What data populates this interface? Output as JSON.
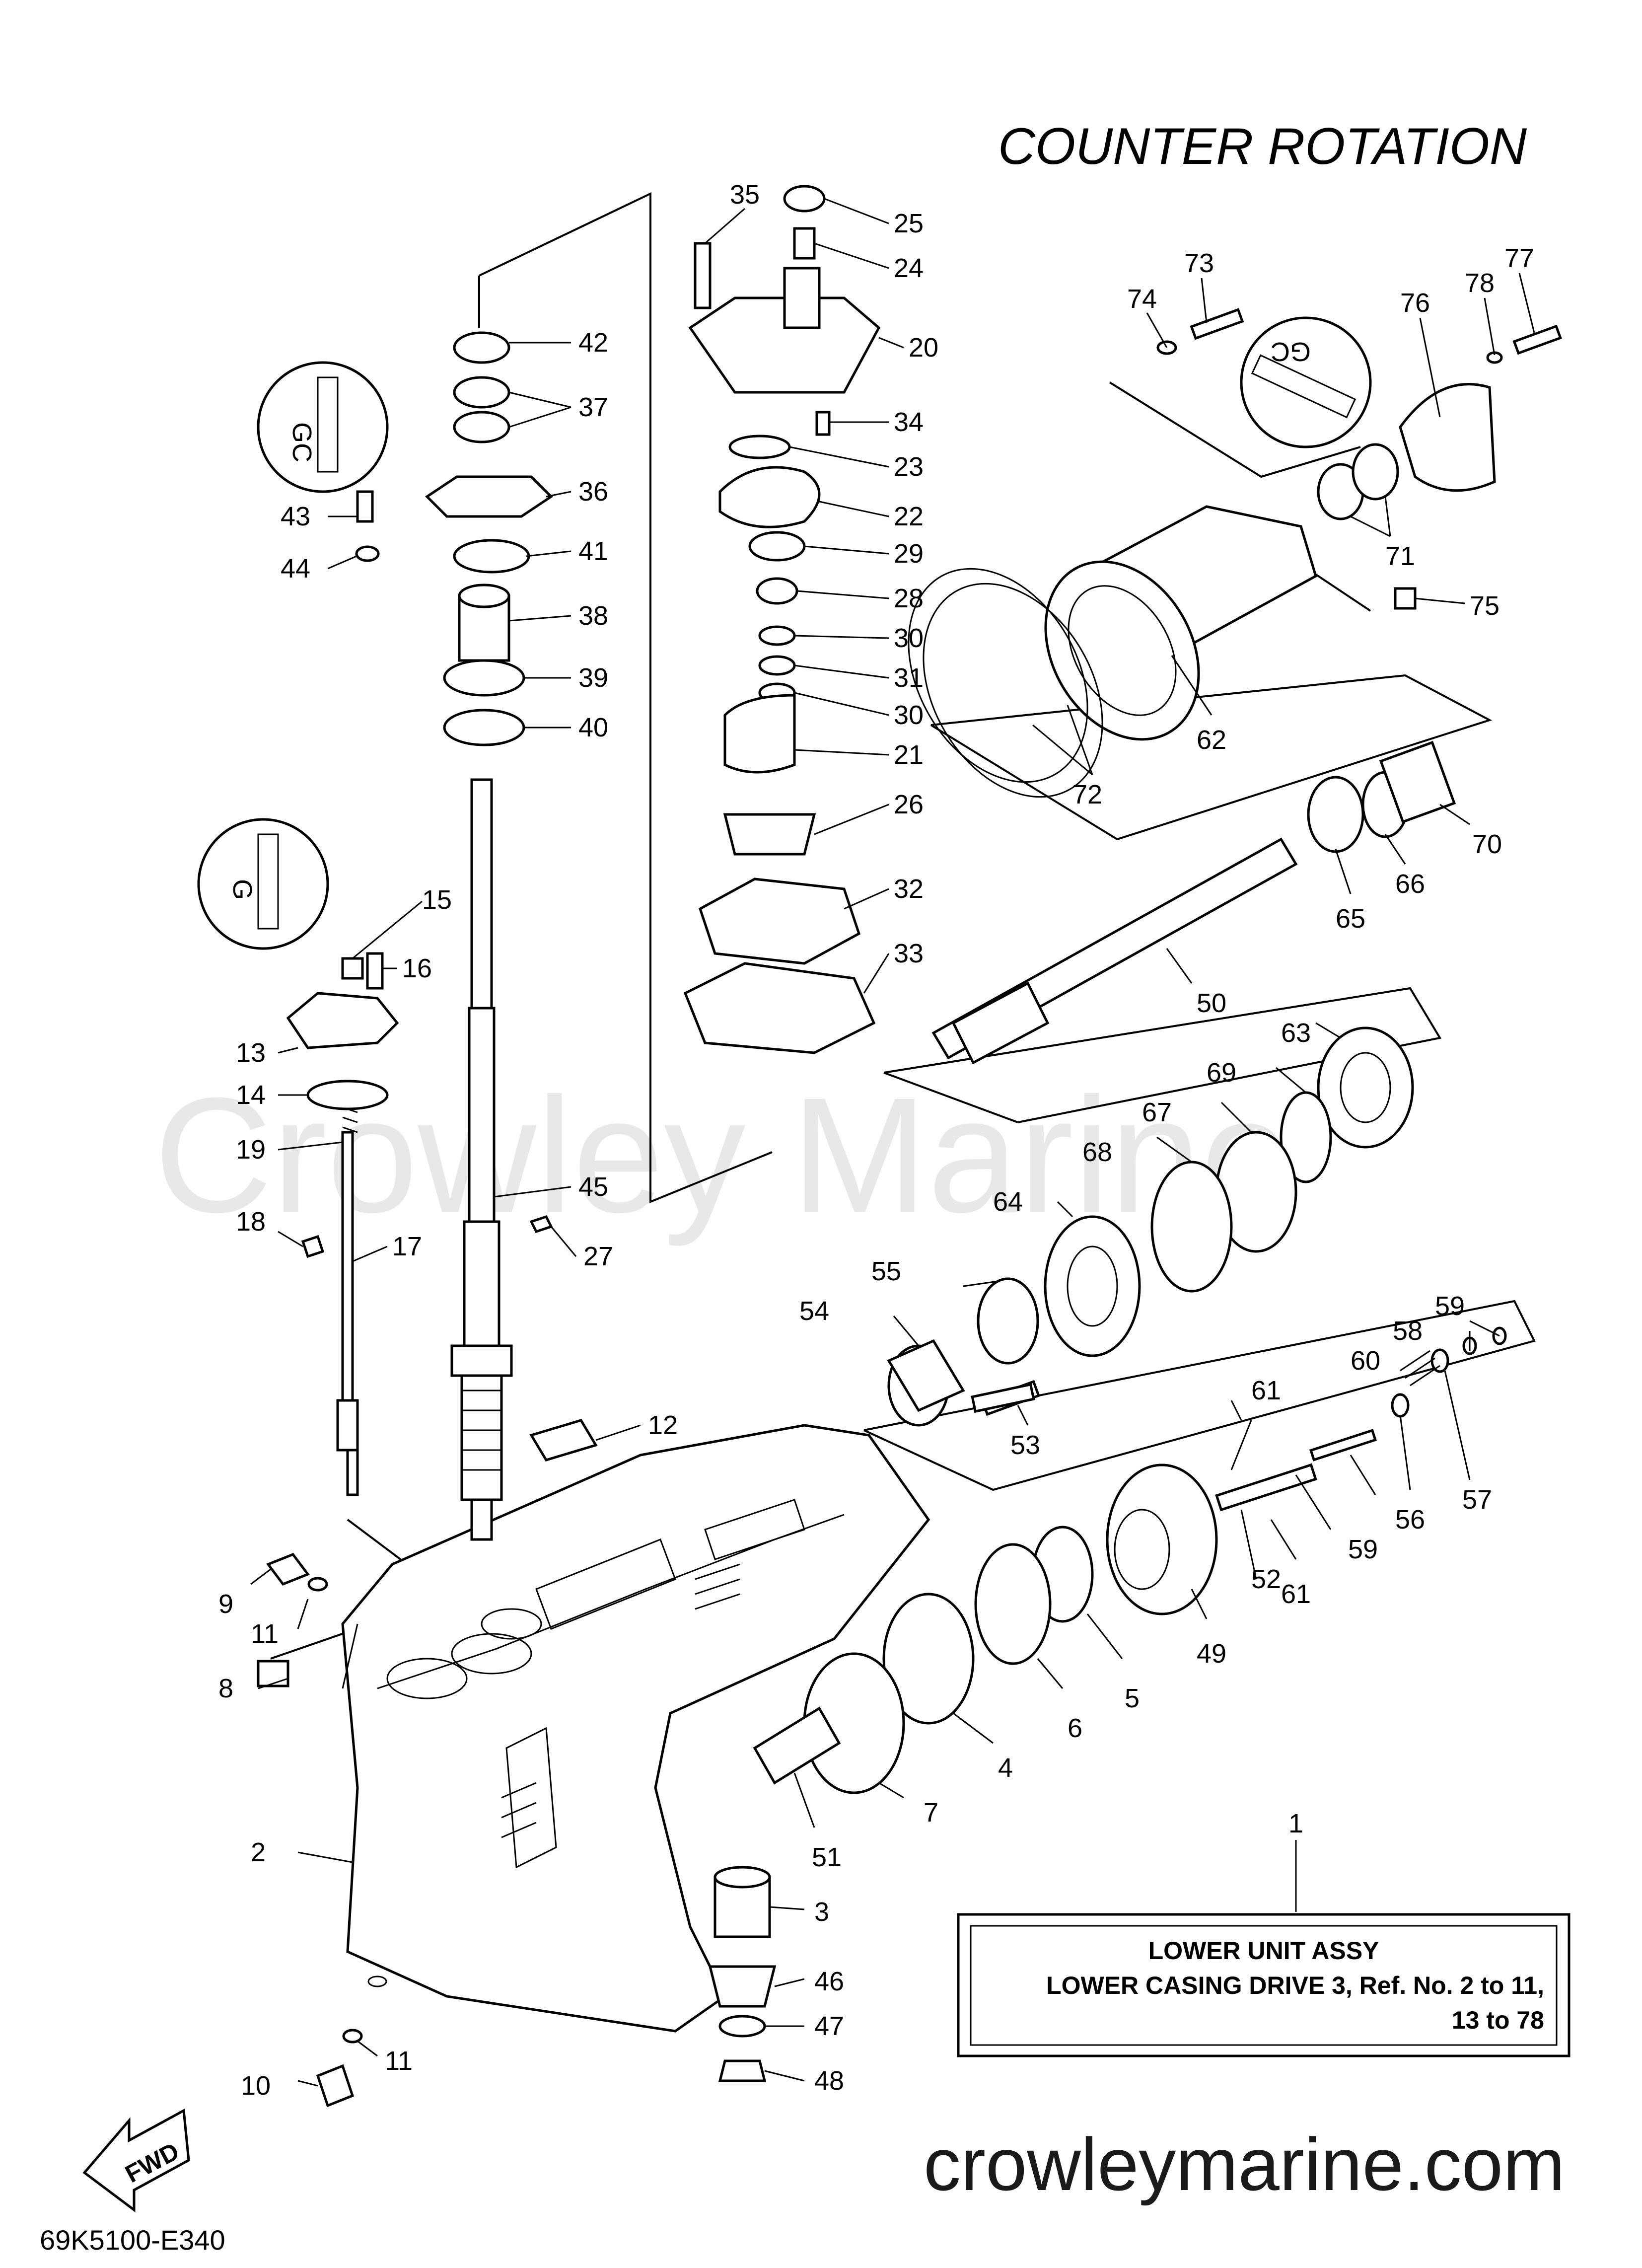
{
  "title": "COUNTER  ROTATION",
  "watermark": "Crowley Marine",
  "website": "crowleymarine.com",
  "diagram_code": "69K5100-E340",
  "fwd_label": "FWD",
  "info_box": {
    "ref": "1",
    "line1": "LOWER UNIT ASSY",
    "line2": "LOWER CASING DRIVE 3,  Ref. No. 2 to 11,",
    "line3": "13 to 78"
  },
  "callouts": {
    "n2": "2",
    "n3": "3",
    "n4": "4",
    "n5": "5",
    "n6": "6",
    "n7": "7",
    "n8": "8",
    "n9": "9",
    "n10": "10",
    "n11a": "11",
    "n11b": "11",
    "n12": "12",
    "n13": "13",
    "n14": "14",
    "n15": "15",
    "n16": "16",
    "n17": "17",
    "n18": "18",
    "n19": "19",
    "n20": "20",
    "n21": "21",
    "n22": "22",
    "n23": "23",
    "n24": "24",
    "n25": "25",
    "n26": "26",
    "n27": "27",
    "n28": "28",
    "n29": "29",
    "n30a": "30",
    "n30b": "30",
    "n31": "31",
    "n32": "32",
    "n33": "33",
    "n34": "34",
    "n35": "35",
    "n36": "36",
    "n37": "37",
    "n38": "38",
    "n39": "39",
    "n40": "40",
    "n41": "41",
    "n42": "42",
    "n43": "43",
    "n44": "44",
    "n45": "45",
    "n46": "46",
    "n47": "47",
    "n48": "48",
    "n49": "49",
    "n50": "50",
    "n51": "51",
    "n52": "52",
    "n53": "53",
    "n54": "54",
    "n55": "55",
    "n56": "56",
    "n57": "57",
    "n58": "58",
    "n59a": "59",
    "n59b": "59",
    "n60": "60",
    "n61a": "61",
    "n61b": "61",
    "n62": "62",
    "n63": "63",
    "n64": "64",
    "n65": "65",
    "n66": "66",
    "n67": "67",
    "n68": "68",
    "n69": "69",
    "n70": "70",
    "n71": "71",
    "n72": "72",
    "n73": "73",
    "n74": "74",
    "n75": "75",
    "n76": "76",
    "n77": "77",
    "n78": "78"
  }
}
